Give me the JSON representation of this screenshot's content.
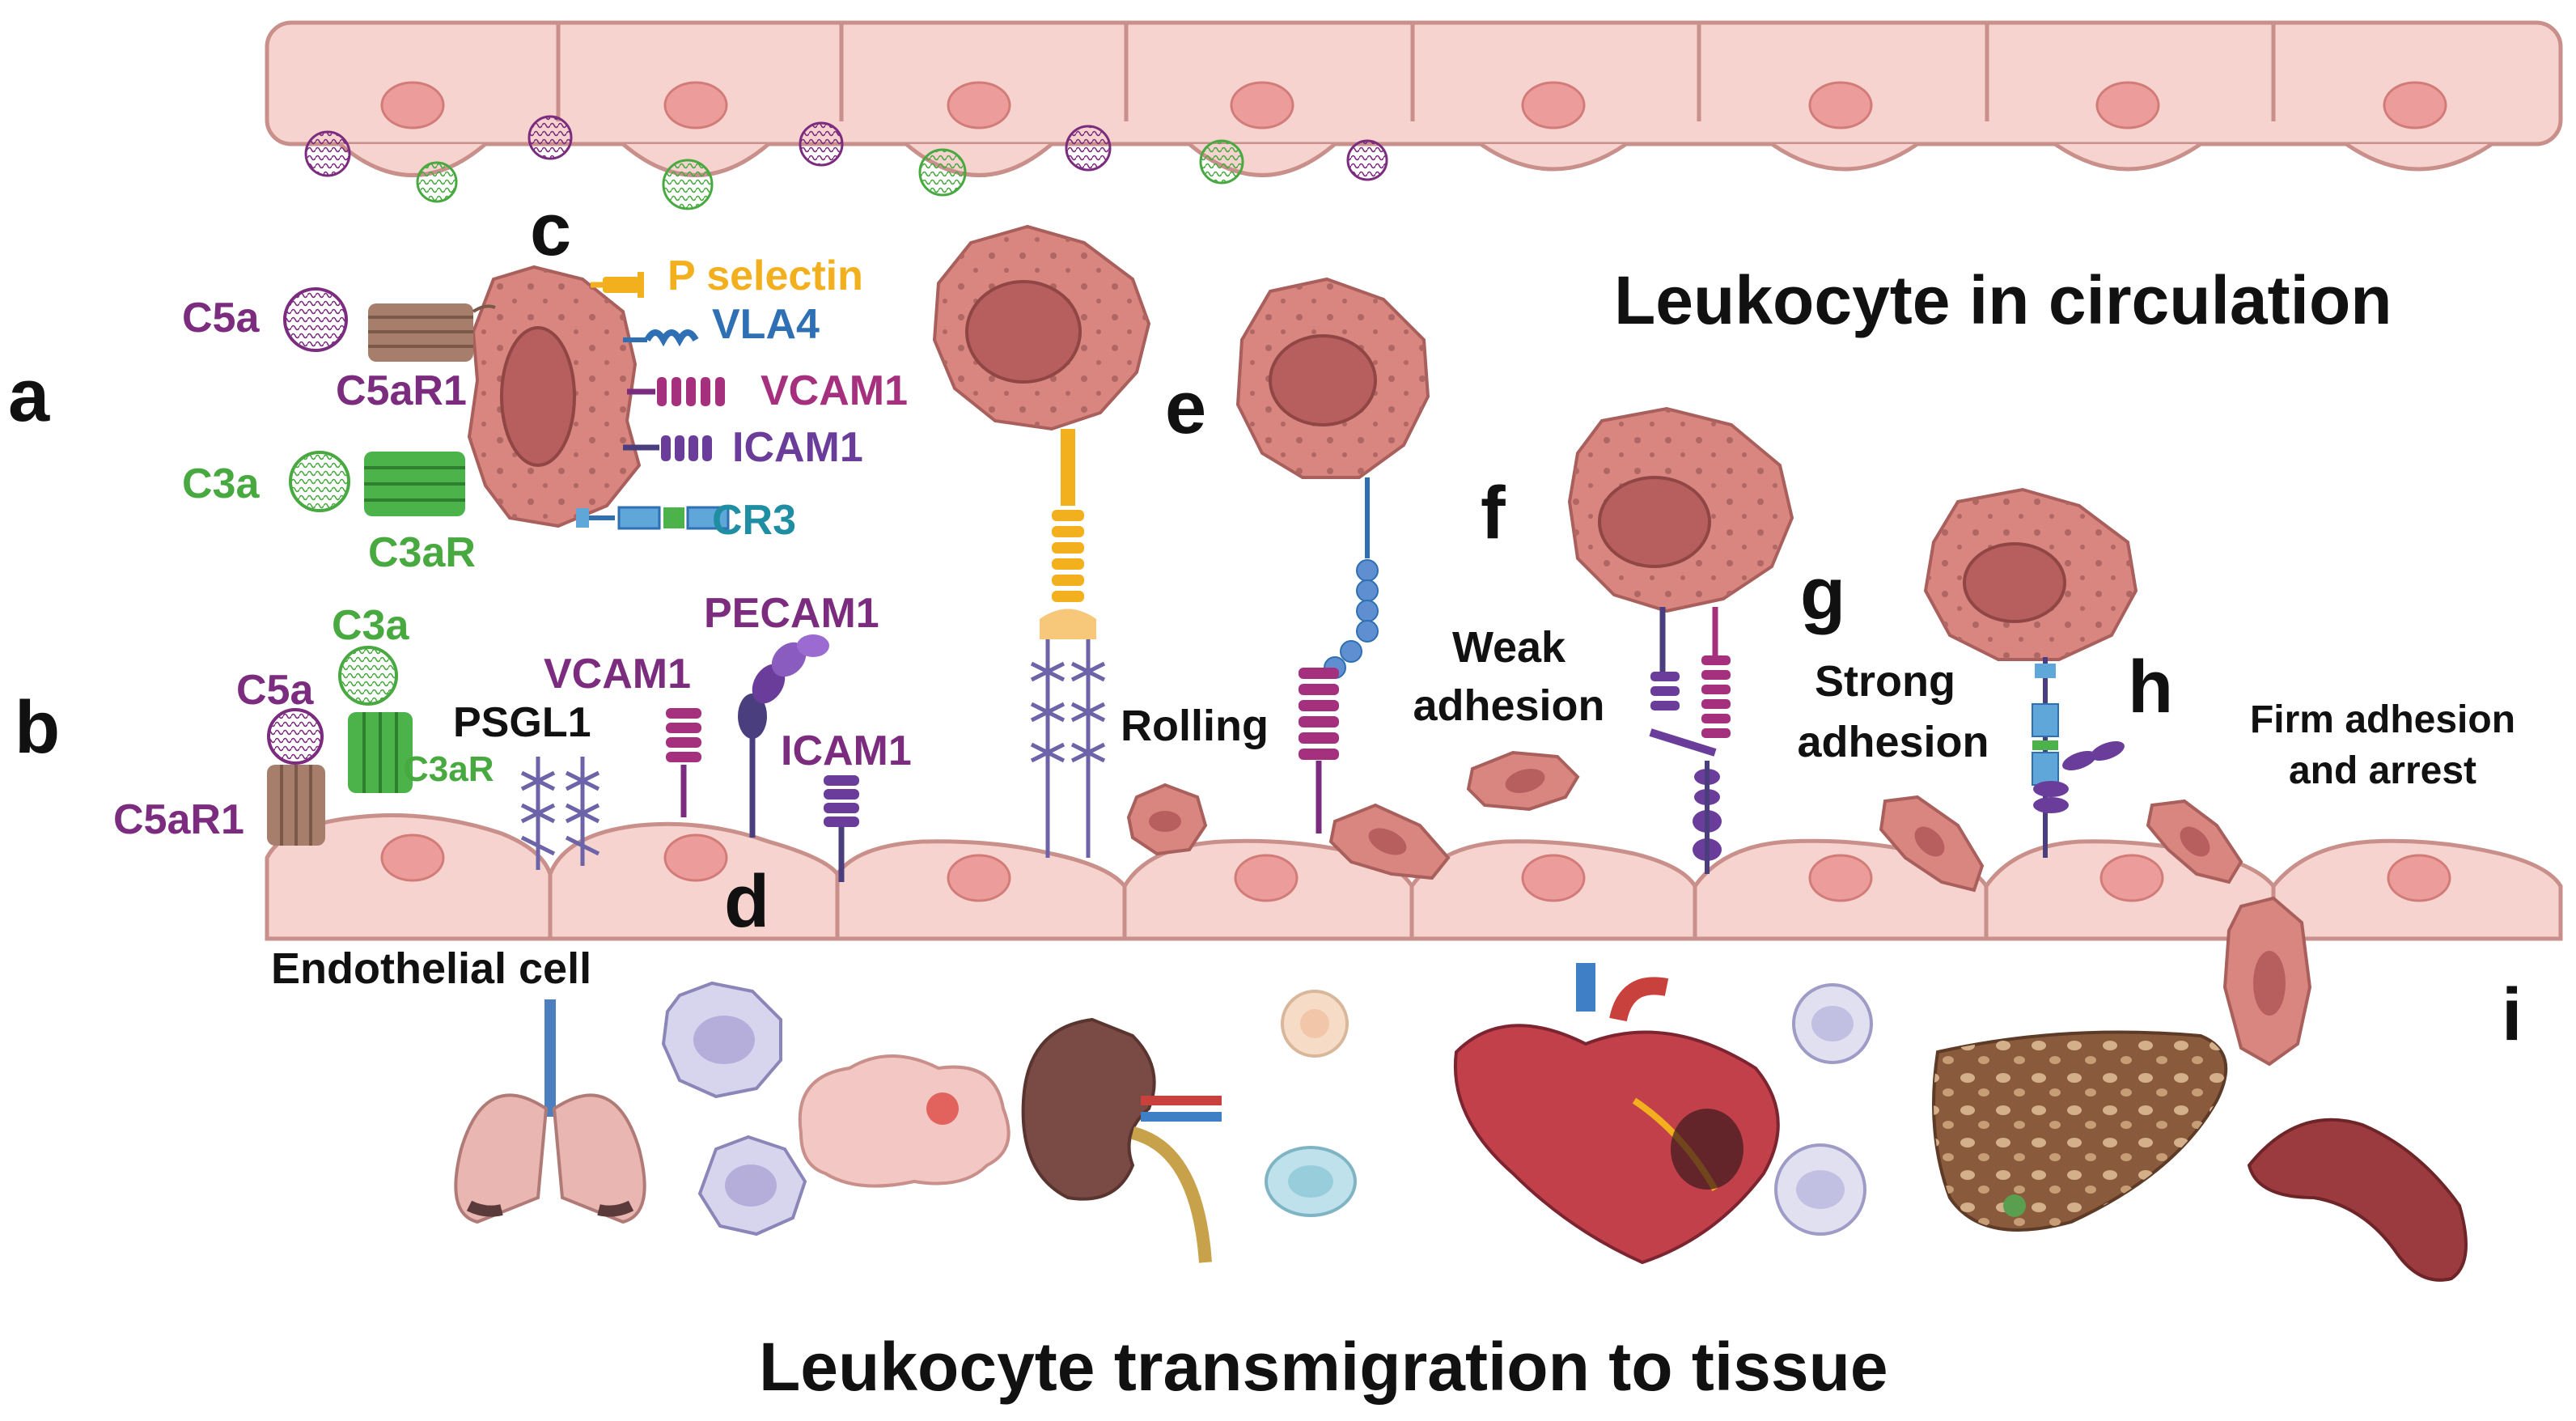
{
  "titles": {
    "circulation": "Leukocyte in circulation",
    "transmigration": "Leukocyte transmigration to tissue"
  },
  "panel_letters": {
    "a": "a",
    "b": "b",
    "c": "c",
    "d": "d",
    "e": "e",
    "f": "f",
    "g": "g",
    "h": "h",
    "i": "i"
  },
  "leukocyte_receptors": {
    "c5a": "C5a",
    "c5ar1": "C5aR1",
    "c3a": "C3a",
    "c3ar": "C3aR",
    "p_selectin": "P selectin",
    "vla4": "VLA4",
    "vcam1": "VCAM1",
    "icam1": "ICAM1",
    "cr3": "CR3"
  },
  "endothelial_molecules": {
    "c3a": "C3a",
    "c5a": "C5a",
    "c3ar": "C3aR",
    "c5ar1": "C5aR1",
    "psgl1": "PSGL1",
    "vcam1": "VCAM1",
    "pecam1": "PECAM1",
    "icam1": "ICAM1",
    "endothelial_cell": "Endothelial cell"
  },
  "steps": {
    "rolling": "Rolling",
    "weak_adhesion": [
      "Weak",
      "adhesion"
    ],
    "strong_adhesion": [
      "Strong",
      "adhesion"
    ],
    "firm_adhesion": [
      "Firm adhesion",
      "and arrest"
    ]
  },
  "colors": {
    "endothelium_fill": "#f6d3cf",
    "endothelium_stroke": "#c98f8a",
    "nucleus_endo": "#ec9c9a",
    "leukocyte": "#d98580",
    "leukocyte_nucleus": "#b75f5e",
    "purple_label": "#7b2c7e",
    "green_label": "#48a940",
    "gold_label": "#f2b01e",
    "blue_label": "#2f6fb3",
    "teal_label": "#1f8ea3",
    "magenta_label": "#a5307e",
    "violet_label": "#6a3d9a"
  },
  "icons": [
    "endothelium-top-icon",
    "endothelium-bottom-icon",
    "leukocyte-icon",
    "lung-icon",
    "brain-icon",
    "kidney-icon",
    "heart-icon",
    "liver-icon",
    "spleen-icon",
    "immune-cell-icon",
    "complement-c5a-icon",
    "complement-c3a-icon"
  ]
}
